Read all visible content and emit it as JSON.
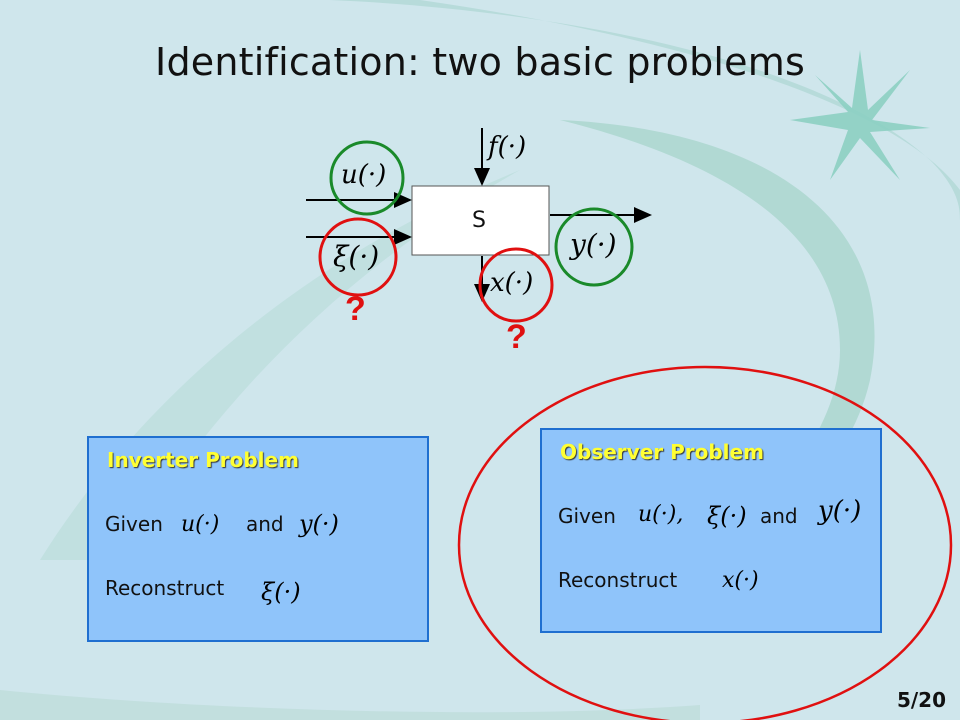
{
  "slide": {
    "title": "Identification: two basic problems",
    "page": "5/20"
  },
  "diagram": {
    "system_label": "S",
    "inputs": {
      "u": "u(·)",
      "xi": "ξ(·)",
      "f": "f(·)"
    },
    "outputs": {
      "y": "y(·)",
      "x": "x(·)"
    },
    "unknown_marks": [
      "?",
      "?"
    ],
    "known_color": "#1a8a2a",
    "unknown_color": "#e01010"
  },
  "inverter": {
    "title": "Inverter Problem",
    "given_label": "Given",
    "given_u": "u(·)",
    "and_label": "and",
    "given_y": "y(·)",
    "reconstruct_label": "Reconstruct",
    "reconstruct_xi": "ξ(·)"
  },
  "observer": {
    "title": "Observer Problem",
    "given_label": "Given",
    "given_u": "u(·),",
    "given_xi": "ξ(·)",
    "and_label": "and",
    "given_y": "y(·)",
    "reconstruct_label": "Reconstruct",
    "reconstruct_x": "x(·)"
  }
}
